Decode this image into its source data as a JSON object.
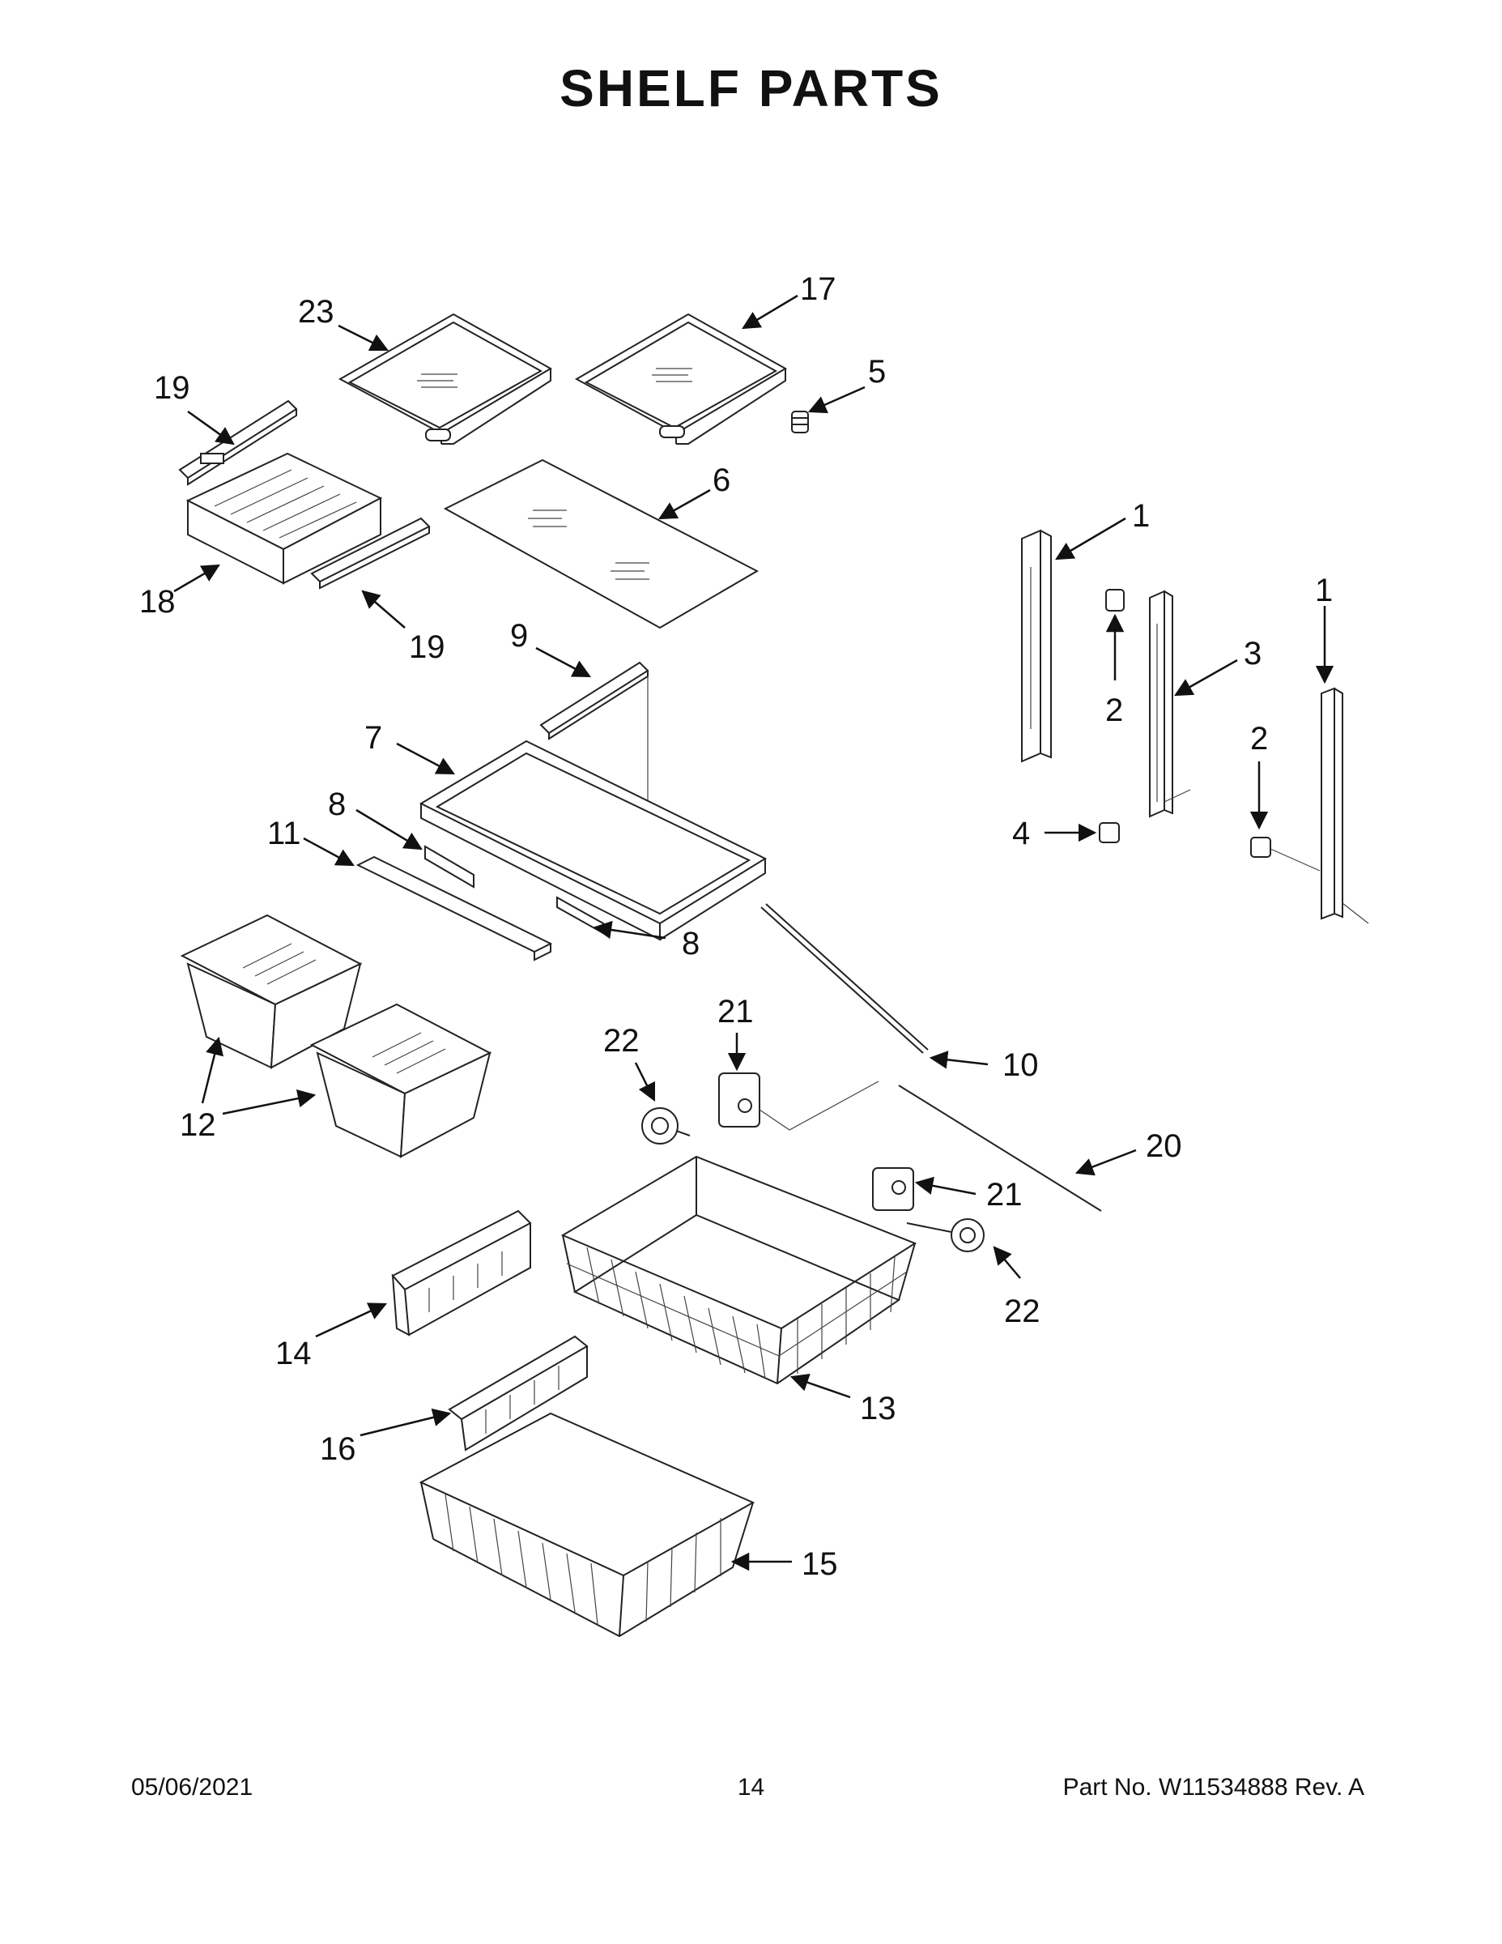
{
  "page": {
    "title": "SHELF PARTS"
  },
  "callouts": [
    {
      "id": "c23",
      "label": "23"
    },
    {
      "id": "c17",
      "label": "17"
    },
    {
      "id": "c5",
      "label": "5"
    },
    {
      "id": "c19a",
      "label": "19"
    },
    {
      "id": "c6",
      "label": "6"
    },
    {
      "id": "c18",
      "label": "18"
    },
    {
      "id": "c19b",
      "label": "19"
    },
    {
      "id": "c1a",
      "label": "1"
    },
    {
      "id": "c1b",
      "label": "1"
    },
    {
      "id": "c3",
      "label": "3"
    },
    {
      "id": "c2a",
      "label": "2"
    },
    {
      "id": "c2b",
      "label": "2"
    },
    {
      "id": "c4",
      "label": "4"
    },
    {
      "id": "c9",
      "label": "9"
    },
    {
      "id": "c7",
      "label": "7"
    },
    {
      "id": "c8a",
      "label": "8"
    },
    {
      "id": "c11",
      "label": "11"
    },
    {
      "id": "c8b",
      "label": "8"
    },
    {
      "id": "c12",
      "label": "12"
    },
    {
      "id": "c21a",
      "label": "21"
    },
    {
      "id": "c22a",
      "label": "22"
    },
    {
      "id": "c10",
      "label": "10"
    },
    {
      "id": "c20",
      "label": "20"
    },
    {
      "id": "c21b",
      "label": "21"
    },
    {
      "id": "c22b",
      "label": "22"
    },
    {
      "id": "c14",
      "label": "14"
    },
    {
      "id": "c13",
      "label": "13"
    },
    {
      "id": "c16",
      "label": "16"
    },
    {
      "id": "c15",
      "label": "15"
    }
  ],
  "footer": {
    "date": "05/06/2021",
    "page_number": "14",
    "part_number": "Part No.  W11534888  Rev.  A"
  }
}
